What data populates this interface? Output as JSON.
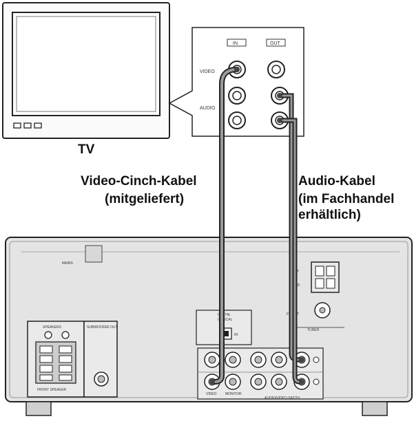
{
  "tv": {
    "label": "TV",
    "panel_in_label": "IN",
    "panel_out_label": "OUT",
    "panel_video_label": "VIDEO",
    "panel_audio_label": "AUDIO"
  },
  "cables": {
    "video_line1": "Video-Cinch-Kabel",
    "video_line2": "(mitgeliefert)",
    "audio_line1": "Audio-Kabel",
    "audio_line2": "(im Fachhandel",
    "audio_line3": "erhältlich)"
  },
  "receiver": {
    "mains_label": "MAINS",
    "speakers_label": "SPEAKERS",
    "subwoofer_label": "SUBWOOFER OUT",
    "speaker_footer": "FRONT SPEAKER",
    "digital_label": "DIGITAL",
    "optical_label": "OPTICAL",
    "optical_in_label": "IN",
    "video_out_label": "VIDEO",
    "monitor_out_label": "MONITOR",
    "am_label": "AM",
    "ant_label": "ANT",
    "gnd_label": "GND",
    "fm_label": "FM ANT",
    "tuner_label": "TUNER",
    "audio_section_label": "AUDIO/VIDEO SAT/TV"
  }
}
